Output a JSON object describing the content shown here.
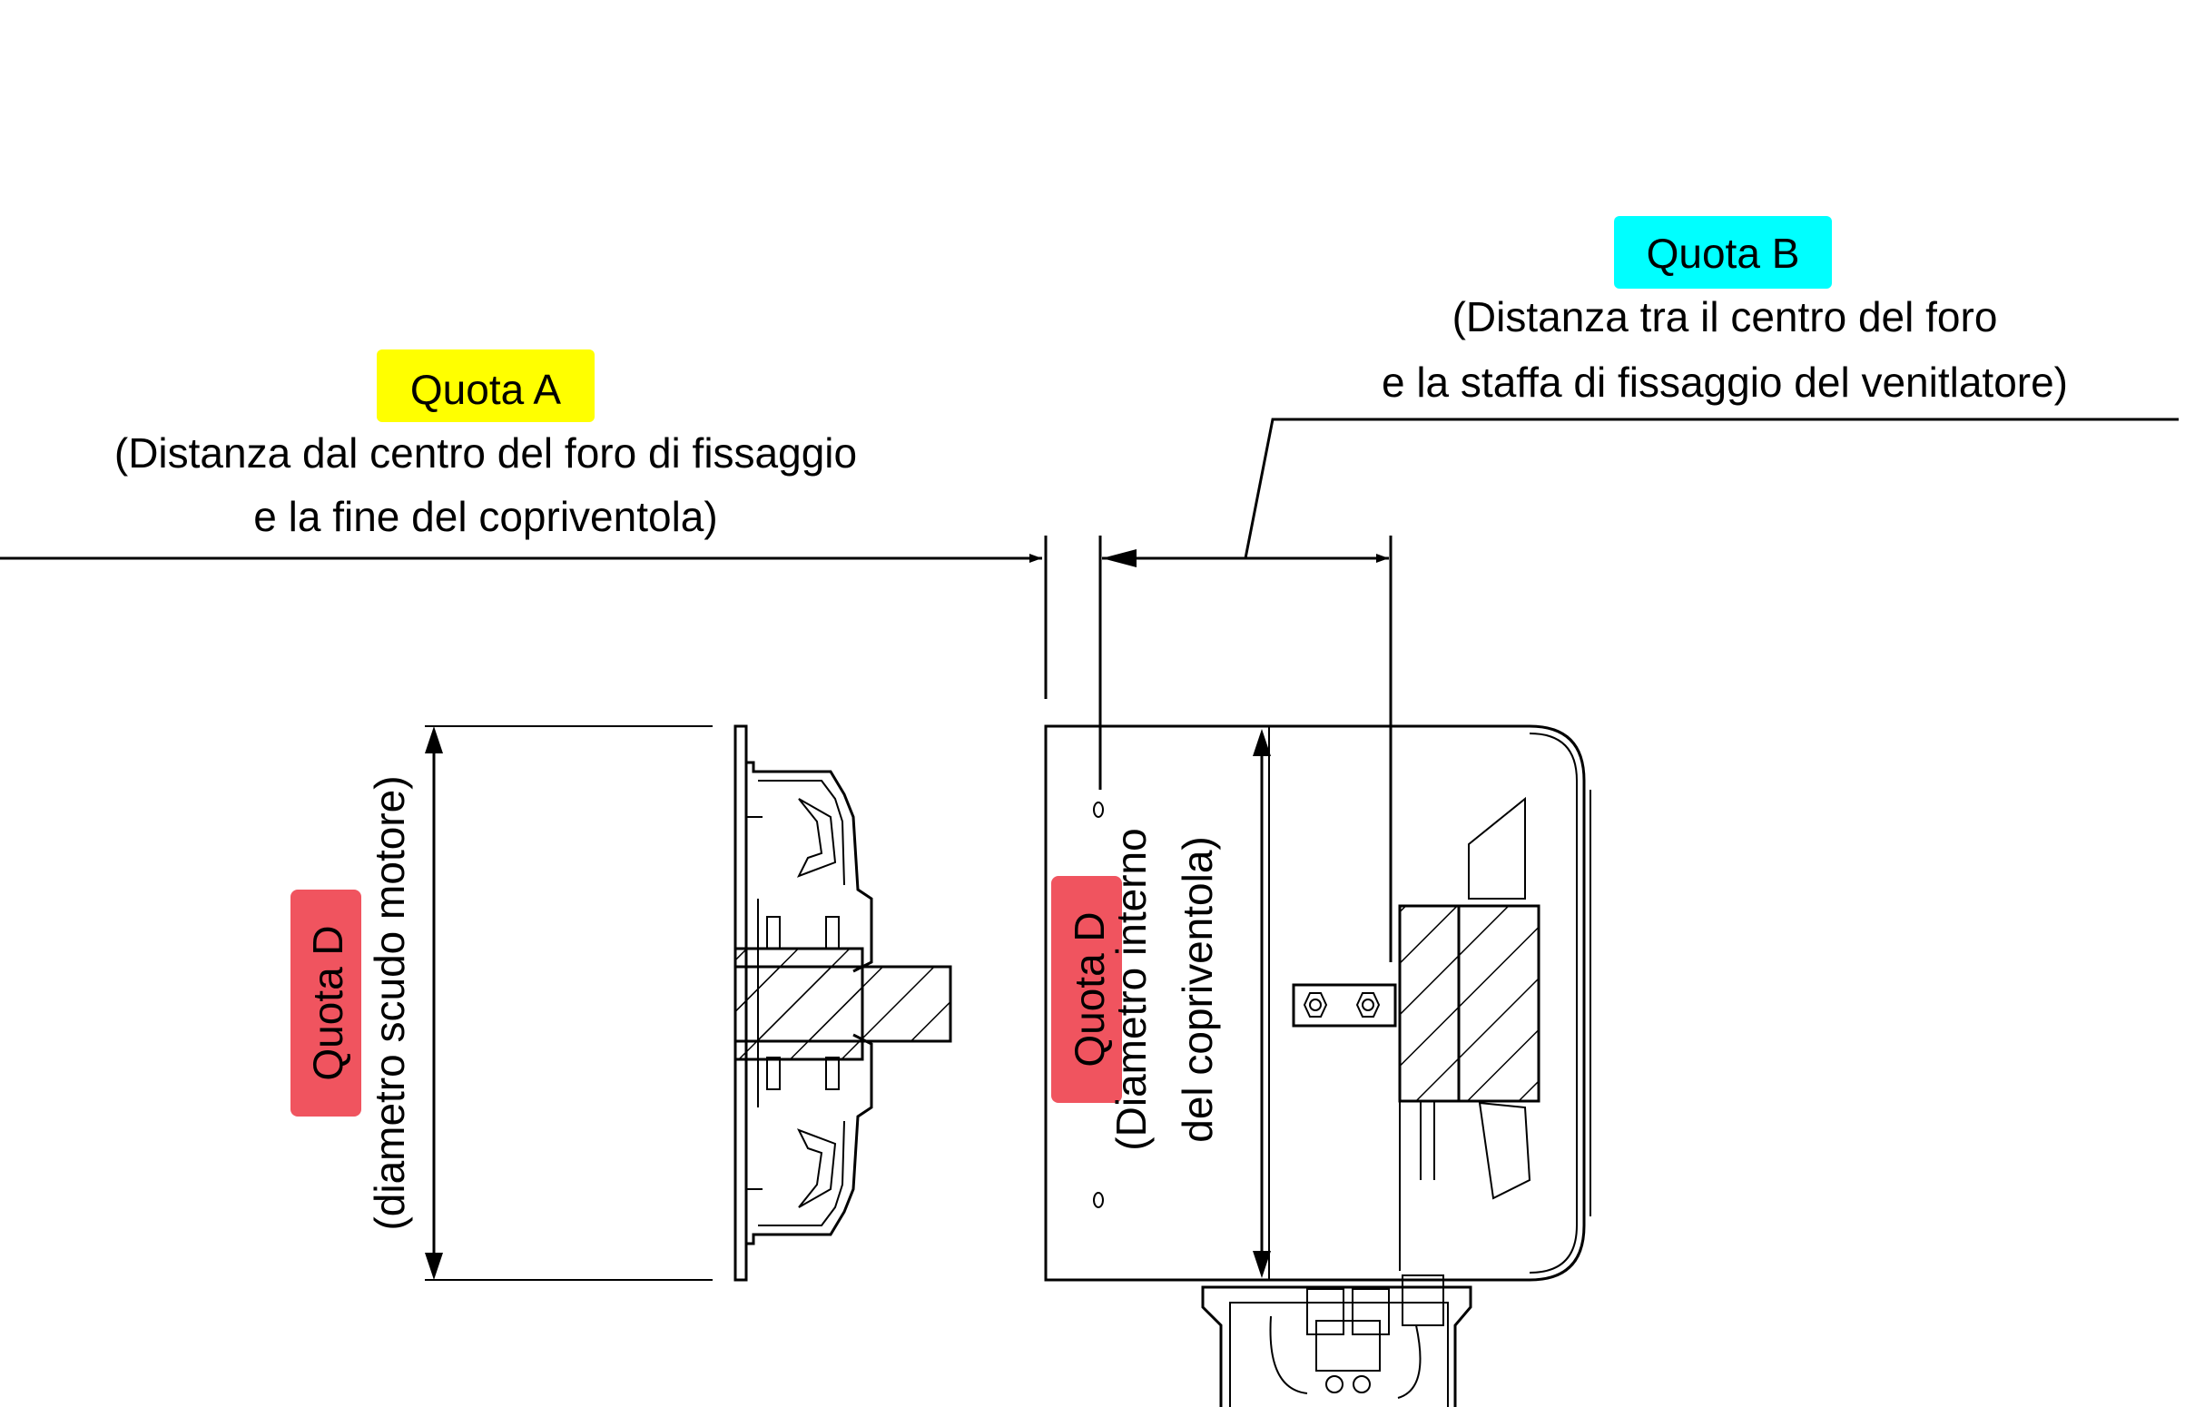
{
  "quota_a": {
    "tag": "Quota A",
    "line1": "(Distanza dal centro del foro di fissaggio",
    "line2": "e la fine del copriventola)"
  },
  "quota_b": {
    "tag": "Quota B",
    "line1": "(Distanza tra il centro del foro",
    "line2": "e la staffa di fissaggio del venitlatore)"
  },
  "quota_d_left": {
    "tag": "Quota D",
    "desc": "(diametro scudo motore)"
  },
  "quota_d_right": {
    "tag": "Quota D",
    "line1": "Diametro interno",
    "line2": "del copriventola)",
    "prefix": "("
  },
  "colors": {
    "quota_a_bg": "#ffff00",
    "quota_b_bg": "#00ffff",
    "quota_d_bg": "#f0545f",
    "line": "#000000"
  }
}
